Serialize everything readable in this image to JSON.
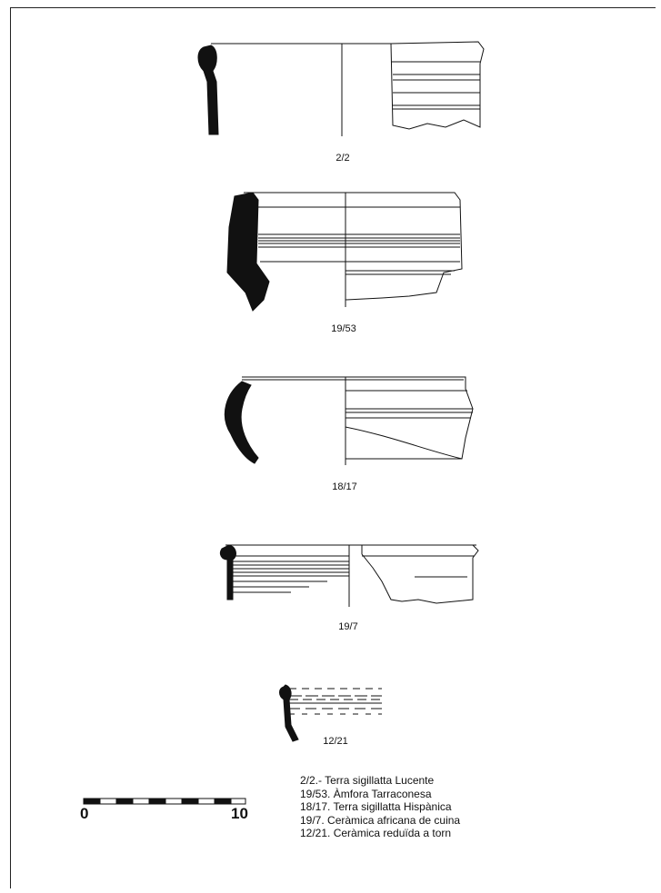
{
  "figure_labels": {
    "f1": "2/2",
    "f2": "19/53",
    "f3": "18/17",
    "f4": "19/7",
    "f5": "12/21"
  },
  "legend": [
    "2/2.- Terra sigillatta Lucente",
    "19/53. Àmfora Tarraconesa",
    "18/17. Terra sigillatta Hispànica",
    "19/7. Ceràmica africana de cuina",
    "12/21. Ceràmica reduïda a torn"
  ],
  "scale": {
    "start": "0",
    "end": "10"
  }
}
